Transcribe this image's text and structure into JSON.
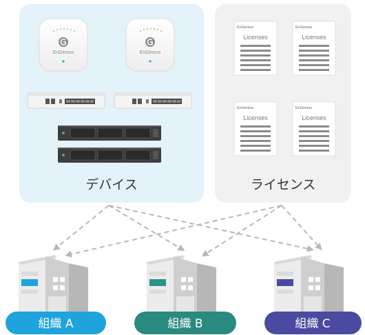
{
  "devices_panel": {
    "label": "デバイス"
  },
  "licenses_panel": {
    "label": "ライセンス",
    "cards": [
      {
        "brand": "EnGenius",
        "title": "Licenses"
      },
      {
        "brand": "EnGenius",
        "title": "Licenses"
      },
      {
        "brand": "EnGenius",
        "title": "Licenses"
      },
      {
        "brand": "EnGenius",
        "title": "Licenses"
      }
    ]
  },
  "access_points": [
    {
      "brand": "EnGenius"
    },
    {
      "brand": "EnGenius"
    }
  ],
  "organizations": [
    {
      "label": "組織 A",
      "color": "#1fa3dd",
      "accent": "#1fa3dd"
    },
    {
      "label": "組織 B",
      "color": "#2a8a7f",
      "accent": "#2a9487"
    },
    {
      "label": "組織 C",
      "color": "#4a4aa0",
      "accent": "#4a4aa0"
    }
  ],
  "colors": {
    "devices_bg": "#e4f2fa",
    "licenses_bg": "#f1f1f1",
    "arrow": "#b8b8b8"
  }
}
